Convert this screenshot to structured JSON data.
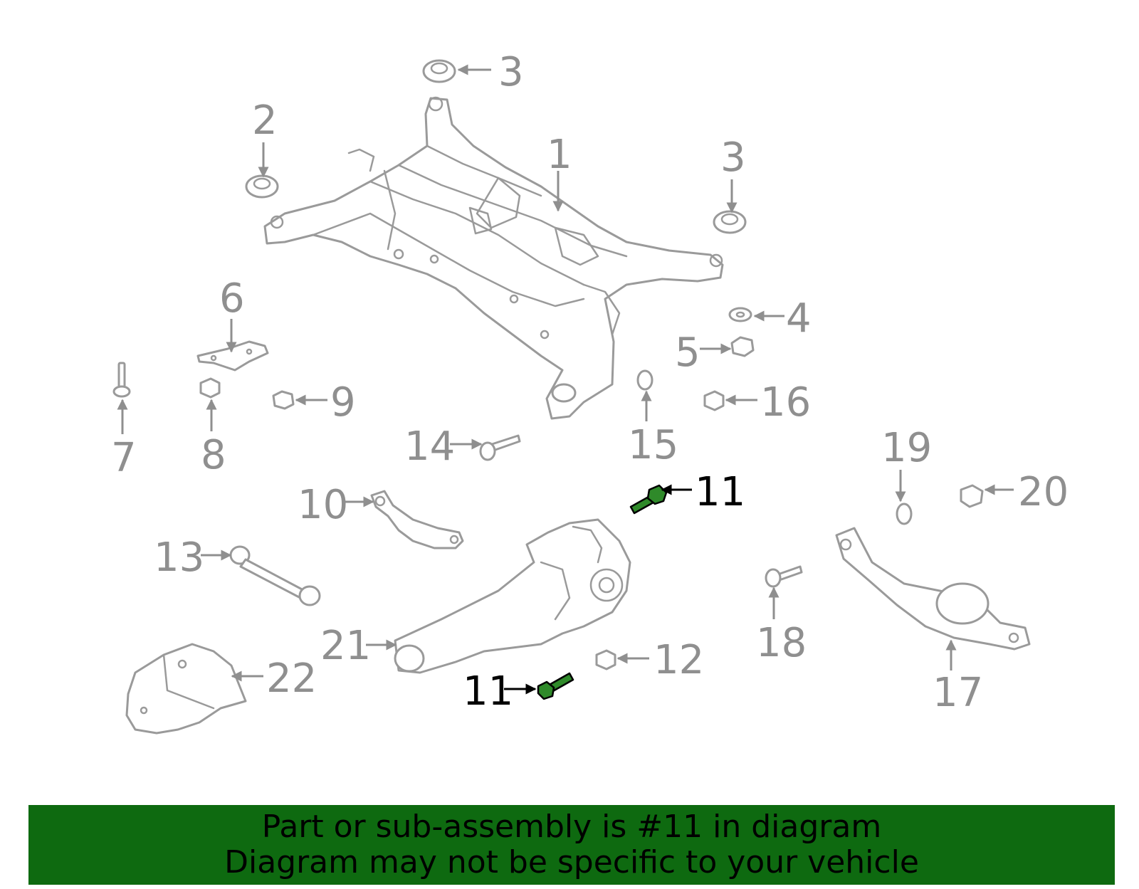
{
  "callouts": [
    {
      "id": "1",
      "text": "1"
    },
    {
      "id": "2",
      "text": "2"
    },
    {
      "id": "3a",
      "text": "3"
    },
    {
      "id": "3b",
      "text": "3"
    },
    {
      "id": "4",
      "text": "4"
    },
    {
      "id": "5",
      "text": "5"
    },
    {
      "id": "6",
      "text": "6"
    },
    {
      "id": "7",
      "text": "7"
    },
    {
      "id": "8",
      "text": "8"
    },
    {
      "id": "9",
      "text": "9"
    },
    {
      "id": "10",
      "text": "10"
    },
    {
      "id": "11a",
      "text": "11",
      "highlighted": true
    },
    {
      "id": "11b",
      "text": "11",
      "highlighted": true
    },
    {
      "id": "12",
      "text": "12"
    },
    {
      "id": "13",
      "text": "13"
    },
    {
      "id": "14",
      "text": "14"
    },
    {
      "id": "15",
      "text": "15"
    },
    {
      "id": "16",
      "text": "16"
    },
    {
      "id": "17",
      "text": "17"
    },
    {
      "id": "18",
      "text": "18"
    },
    {
      "id": "19",
      "text": "19"
    },
    {
      "id": "20",
      "text": "20"
    },
    {
      "id": "21",
      "text": "21"
    },
    {
      "id": "22",
      "text": "22"
    }
  ],
  "banner": {
    "line1": "Part or sub-assembly is #11 in diagram",
    "line2": "Diagram may not be specific to your vehicle"
  },
  "colors": {
    "line_art": "#9a9a9a",
    "highlight_part": "#2f8a2a",
    "banner_bg": "#0e6a10",
    "highlight_text": "#000000"
  }
}
